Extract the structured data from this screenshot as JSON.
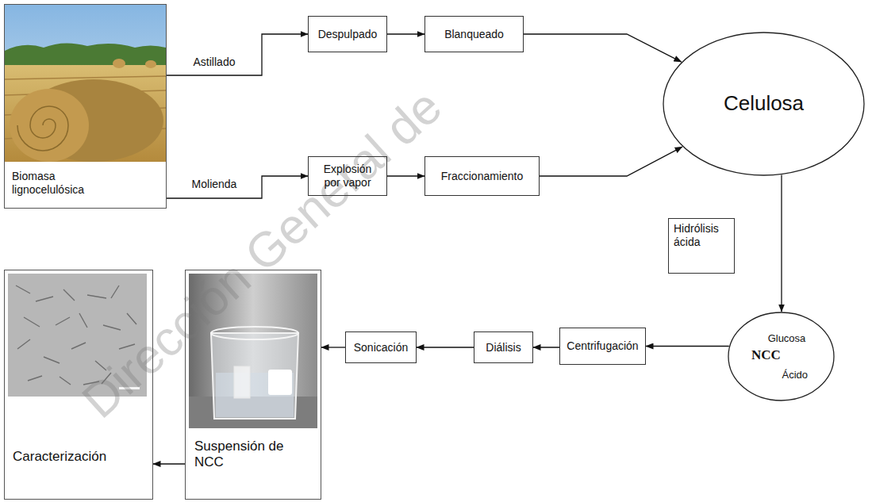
{
  "diagram": {
    "nodes": [
      {
        "text": [
          "Biomasa lignocelulósica"
        ]
      },
      {
        "text": [
          "Despulpado"
        ]
      },
      {
        "text": [
          "Blanqueado"
        ]
      },
      {
        "text": [
          "Celulosa"
        ]
      },
      {
        "text": [
          "Explosión por vapor"
        ]
      },
      {
        "text": [
          "Fraccionamiento"
        ]
      },
      {
        "text": [
          "Hidrólisis ácida"
        ]
      },
      {
        "text": [
          "Glucosa",
          "NCC",
          "Ácido"
        ]
      },
      {
        "text": [
          "Centrifugación"
        ]
      },
      {
        "text": [
          "Diálisis"
        ]
      },
      {
        "text": [
          "Sonicación"
        ]
      },
      {
        "text": [
          "Suspensión de NCC"
        ]
      },
      {
        "text": [
          "Caracterización"
        ]
      }
    ],
    "edges": [
      {
        "from": 0,
        "to": 1,
        "label": "Astillado",
        "arrow": "to"
      },
      {
        "from": 0,
        "to": 4,
        "label": "Molienda",
        "arrow": "to"
      },
      {
        "from": 1,
        "to": 2,
        "arrow": "to"
      },
      {
        "from": 2,
        "to": 3,
        "arrow": "to"
      },
      {
        "from": 4,
        "to": 5,
        "arrow": "to"
      },
      {
        "from": 5,
        "to": 3,
        "arrow": "to"
      },
      {
        "from": 3,
        "to": 7,
        "arrow": "to"
      },
      {
        "from": 7,
        "to": 8,
        "arrow": "to"
      },
      {
        "from": 8,
        "to": 9,
        "arrow": "to"
      },
      {
        "from": 9,
        "to": 10,
        "arrow": "to"
      },
      {
        "from": 10,
        "to": 11,
        "arrow": "to"
      },
      {
        "from": 11,
        "to": 12,
        "arrow": "to"
      }
    ],
    "labels": [
      "Dirección General de"
    ]
  }
}
